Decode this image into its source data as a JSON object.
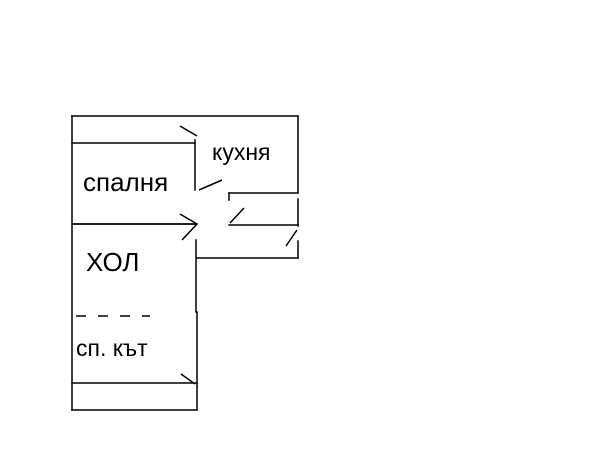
{
  "rooms": {
    "kitchen": "кухня",
    "bedroom": "спалня",
    "living": "ХОЛ",
    "sleeping_corner": "сп. кът"
  },
  "colors": {
    "ink": "#000000",
    "background": "#ffffff"
  }
}
